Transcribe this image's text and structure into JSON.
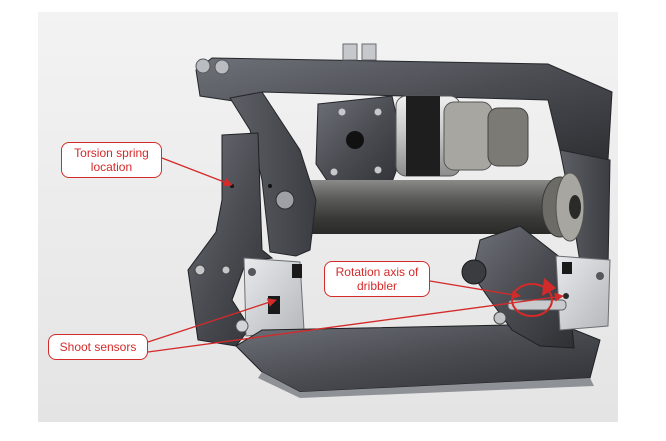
{
  "figure": {
    "callouts": [
      {
        "id": "torsion-spring",
        "lines": [
          "Torsion spring",
          "location"
        ]
      },
      {
        "id": "rotation-axis",
        "lines": [
          "Rotation axis of",
          "dribbler"
        ]
      },
      {
        "id": "shoot-sensors",
        "lines": [
          "Shoot sensors"
        ]
      }
    ]
  },
  "colors": {
    "callout_border": "#d42a2a",
    "callout_text": "#d42a2a",
    "leader_line": "#d42a2a",
    "metal_dark": "#4a4c52",
    "metal_light": "#c9ccd0",
    "background": "#ececec"
  }
}
